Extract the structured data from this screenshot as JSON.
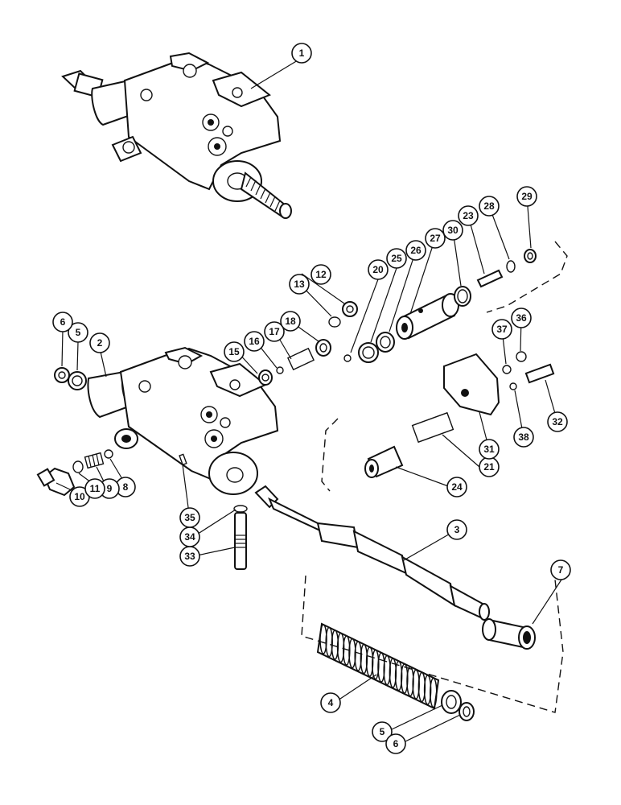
{
  "callouts": [
    {
      "id": "1",
      "label": "1"
    },
    {
      "id": "2",
      "label": "2"
    },
    {
      "id": "3",
      "label": "3"
    },
    {
      "id": "4",
      "label": "4"
    },
    {
      "id": "5a",
      "label": "5"
    },
    {
      "id": "5b",
      "label": "5"
    },
    {
      "id": "6a",
      "label": "6"
    },
    {
      "id": "6b",
      "label": "6"
    },
    {
      "id": "7",
      "label": "7"
    },
    {
      "id": "8",
      "label": "8"
    },
    {
      "id": "9",
      "label": "9"
    },
    {
      "id": "10",
      "label": "10"
    },
    {
      "id": "11",
      "label": "11"
    },
    {
      "id": "12",
      "label": "12"
    },
    {
      "id": "13",
      "label": "13"
    },
    {
      "id": "15",
      "label": "15"
    },
    {
      "id": "16",
      "label": "16"
    },
    {
      "id": "17",
      "label": "17"
    },
    {
      "id": "18",
      "label": "18"
    },
    {
      "id": "20",
      "label": "20"
    },
    {
      "id": "21",
      "label": "21"
    },
    {
      "id": "23",
      "label": "23"
    },
    {
      "id": "24",
      "label": "24"
    },
    {
      "id": "25",
      "label": "25"
    },
    {
      "id": "26",
      "label": "26"
    },
    {
      "id": "27",
      "label": "27"
    },
    {
      "id": "28",
      "label": "28"
    },
    {
      "id": "29",
      "label": "29"
    },
    {
      "id": "30",
      "label": "30"
    },
    {
      "id": "31",
      "label": "31"
    },
    {
      "id": "32",
      "label": "32"
    },
    {
      "id": "33",
      "label": "33"
    },
    {
      "id": "34",
      "label": "34"
    },
    {
      "id": "35",
      "label": "35"
    },
    {
      "id": "36",
      "label": "36"
    },
    {
      "id": "37",
      "label": "37"
    },
    {
      "id": "38",
      "label": "38"
    }
  ]
}
